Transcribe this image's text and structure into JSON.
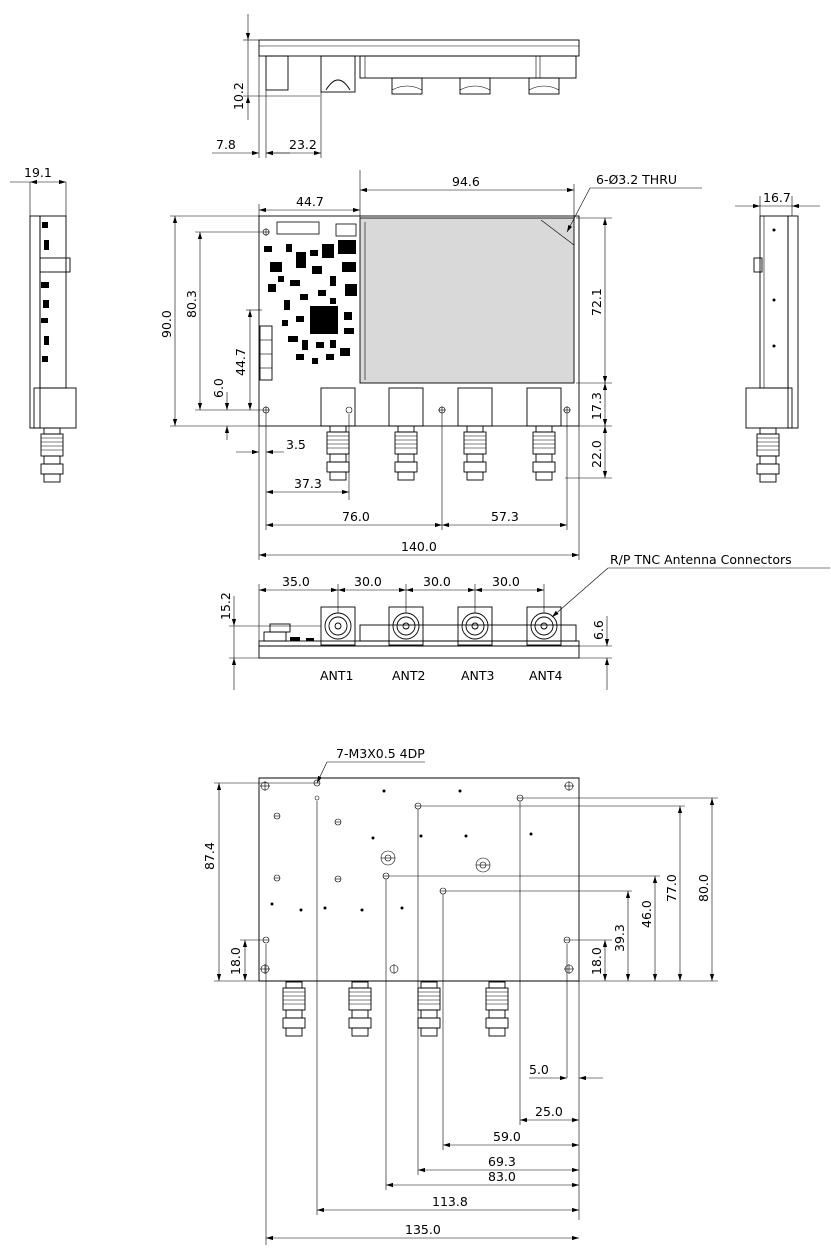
{
  "top_view": {
    "dim_10_2": "10.2",
    "dim_7_8": "7.8",
    "dim_23_2": "23.2"
  },
  "left_view": {
    "dim_19_1": "19.1"
  },
  "right_view": {
    "dim_16_7": "16.7"
  },
  "main_view": {
    "dim_44_7_top": "44.7",
    "dim_94_6": "94.6",
    "hole_note": "6-Ø3.2 THRU",
    "dim_90_0": "90.0",
    "dim_80_3": "80.3",
    "dim_44_7_side": "44.7",
    "dim_6_0": "6.0",
    "dim_3_5": "3.5",
    "dim_72_1": "72.1",
    "dim_17_3": "17.3",
    "dim_22_0": "22.0",
    "dim_37_3": "37.3",
    "dim_76_0": "76.0",
    "dim_57_3": "57.3",
    "dim_140_0": "140.0"
  },
  "front_view": {
    "connector_note": "R/P TNC Antenna Connectors",
    "dim_35_0": "35.0",
    "dim_30_0_a": "30.0",
    "dim_30_0_b": "30.0",
    "dim_30_0_c": "30.0",
    "dim_15_2": "15.2",
    "dim_6_6": "6.6",
    "ant_labels": [
      "ANT1",
      "ANT2",
      "ANT3",
      "ANT4"
    ]
  },
  "bottom_view": {
    "thread_note": "7-M3X0.5 4DP",
    "dim_87_4": "87.4",
    "dim_18_0_left": "18.0",
    "dim_18_0_right": "18.0",
    "dim_39_3": "39.3",
    "dim_46_0": "46.0",
    "dim_77_0": "77.0",
    "dim_80_0": "80.0",
    "dim_5_0": "5.0",
    "dim_25_0": "25.0",
    "dim_59_0": "59.0",
    "dim_69_3": "69.3",
    "dim_83_0": "83.0",
    "dim_113_8": "113.8",
    "dim_135_0": "135.0"
  }
}
